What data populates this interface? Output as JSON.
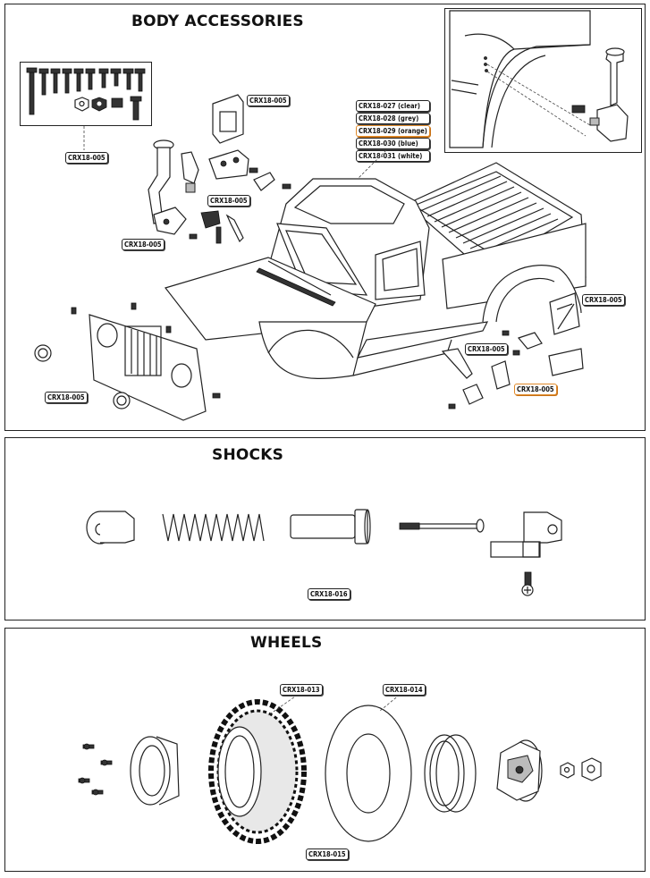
{
  "sections": {
    "body": {
      "title": "BODY ACCESSORIES",
      "tags": {
        "hardware": "CRX18-005",
        "grille_bracket": "CRX18-005",
        "mirror_mount": "CRX18-005",
        "snorkel": "CRX18-005",
        "headlights": "CRX18-005",
        "rear_mount": "CRX18-005",
        "mudflap": "CRX18-005",
        "jerrycan": "CRX18-005"
      },
      "body_variants": [
        "CRX18-027 (clear)",
        "CRX18-028 (grey)",
        "CRX18-029 (orange)",
        "CRX18-030 (blue)",
        "CRX18-031 (white)"
      ]
    },
    "shocks": {
      "title": "SHOCKS",
      "tag": "CRX18-016"
    },
    "wheels": {
      "title": "WHEELS",
      "tag_tire": "CRX18-013",
      "tag_foam": "CRX18-014",
      "tag_set": "CRX18-015"
    }
  },
  "colors": {
    "border": "#222222",
    "accent_tag": "#e08a2a"
  }
}
